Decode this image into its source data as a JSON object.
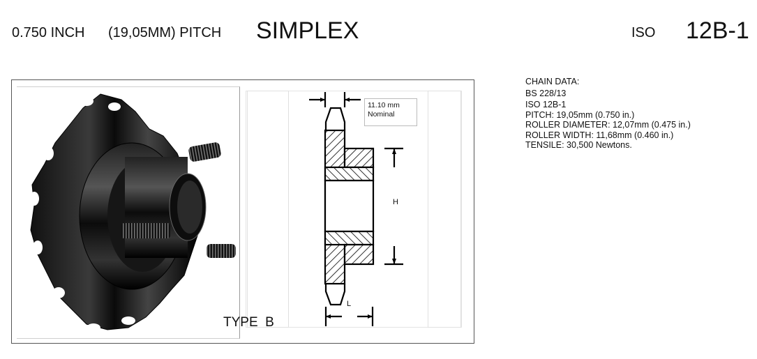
{
  "header": {
    "pitch_inch": "0.750 INCH",
    "pitch_mm": "(19,05MM) PITCH",
    "type": "SIMPLEX",
    "standard_label": "ISO",
    "standard_code": "12B-1"
  },
  "illustration": {
    "type_label": "TYPE  B"
  },
  "drawing": {
    "width_dimension": "11.10 mm",
    "width_note": "Nominal",
    "height_label": "H",
    "length_label": "L"
  },
  "chain_data": {
    "title": "CHAIN DATA:",
    "lines": [
      "BS 228/13",
      "ISO 12B-1",
      "PITCH: 19,05mm (0.750 in.)",
      "ROLLER DIAMETER: 12,07mm (0.475 in.)",
      "ROLLER WIDTH: 11,68mm (0.460 in.)",
      "TENSILE: 30,500 Newtons."
    ]
  }
}
